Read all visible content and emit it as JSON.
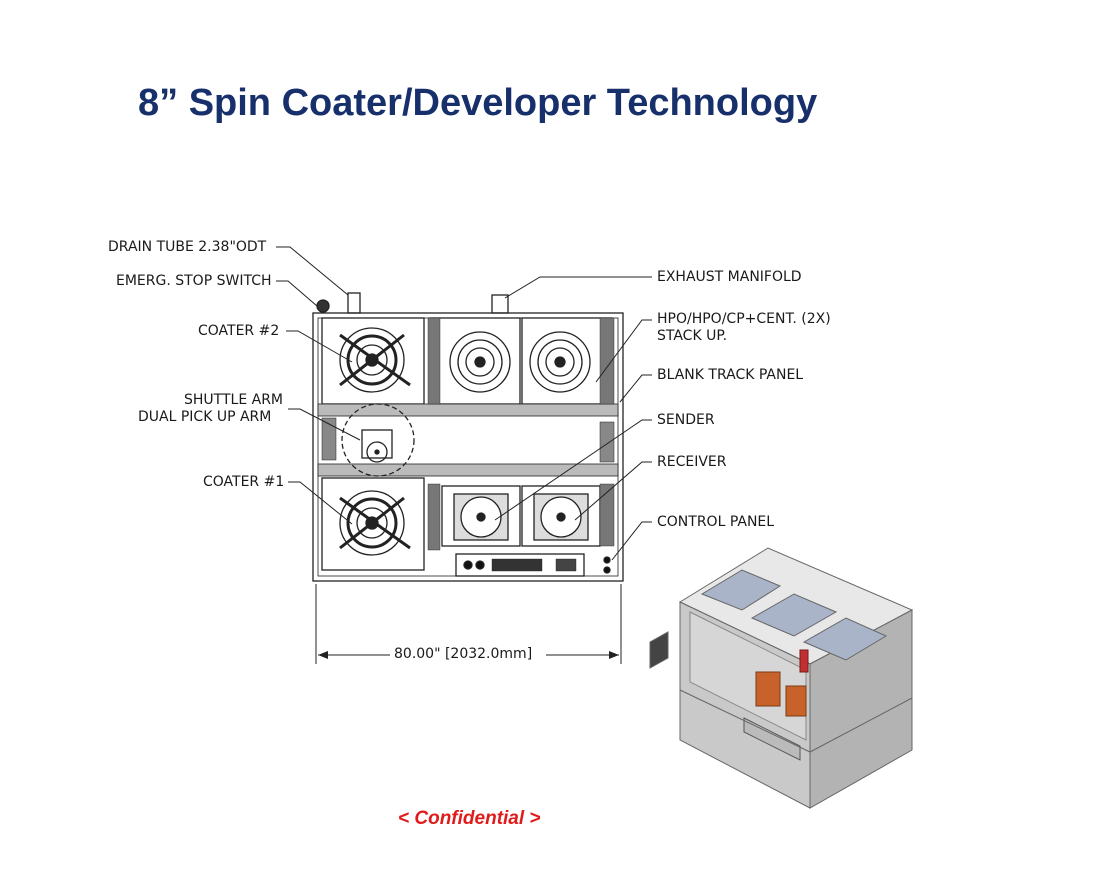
{
  "title": "8” Spin Coater/Developer Technology",
  "labels": {
    "drain_tube": "DRAIN TUBE 2.38\"ODT",
    "emerg_stop": "EMERG. STOP SWITCH",
    "coater2": "COATER #2",
    "shuttle_arm_1": "SHUTTLE ARM",
    "shuttle_arm_2": "DUAL PICK UP ARM",
    "coater1": "COATER #1",
    "exhaust": "EXHAUST MANIFOLD",
    "hpo_1": "HPO/HPO/CP+CENT. (2X)",
    "hpo_2": "STACK UP.",
    "blank_panel": "BLANK TRACK PANEL",
    "sender": "SENDER",
    "receiver": "RECEIVER",
    "control_panel": "CONTROL PANEL",
    "dimension": "80.00\" [2032.0mm]"
  },
  "confidential": "< Confidential  >"
}
